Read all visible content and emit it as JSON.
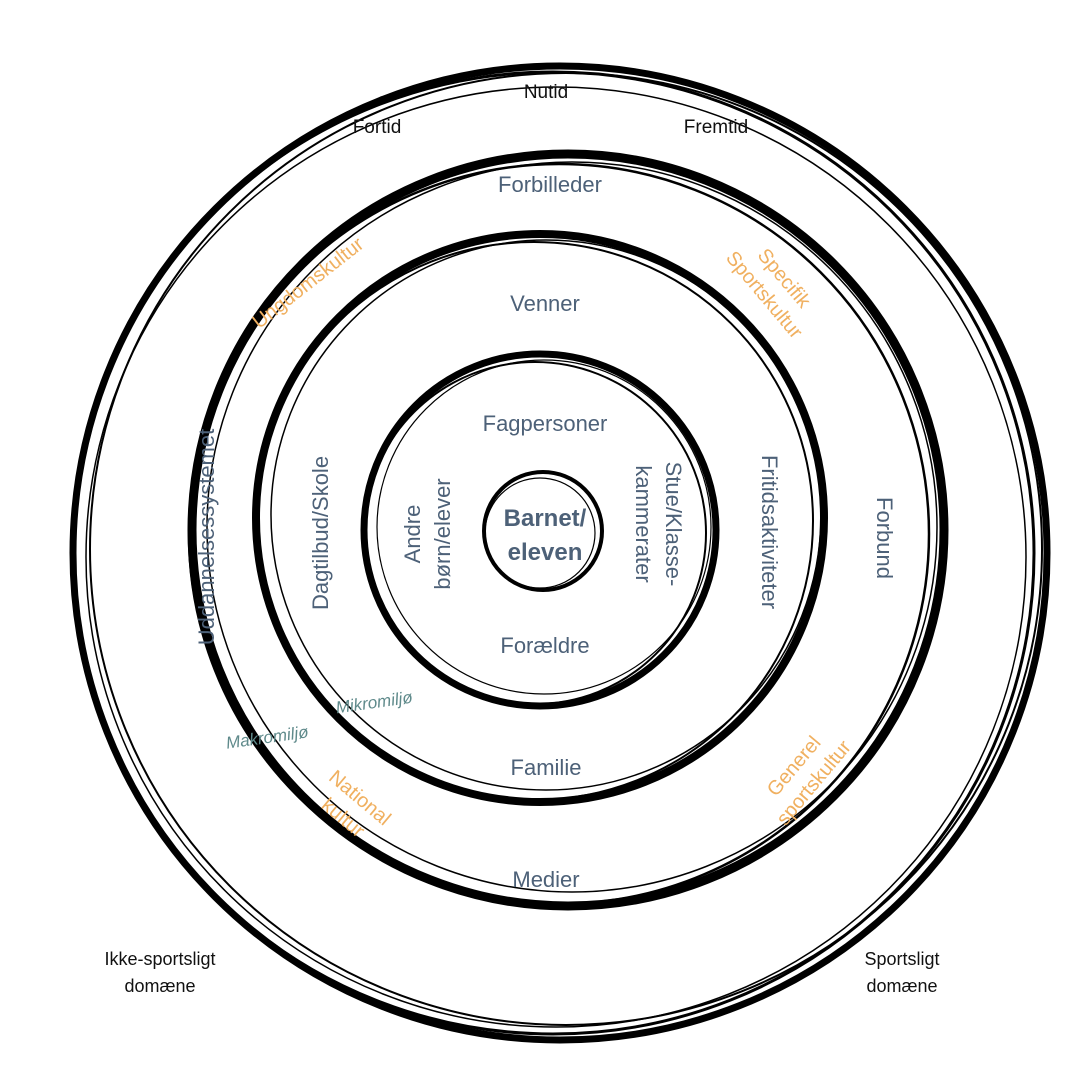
{
  "colors": {
    "ring": "#000000",
    "label": "#4d6178",
    "culture": "#f0b060",
    "environment": "#5f8a8b",
    "center": "#4d6178",
    "plain": "#111111"
  },
  "time": {
    "past": "Fortid",
    "present": "Nutid",
    "future": "Fremtid"
  },
  "center": {
    "line1": "Barnet/",
    "line2": "eleven"
  },
  "inner_ring": {
    "top": "Fagpersoner",
    "bottom": "Forældre",
    "left_line1": "Andre",
    "left_line2": "børn/elever",
    "right_line1": "Stue/Klasse-",
    "right_line2": "kammerater"
  },
  "middle_ring": {
    "top": "Venner",
    "bottom": "Familie",
    "left": "Dagtilbud/Skole",
    "right": "Fritidsaktiviteter"
  },
  "outer_ring": {
    "top": "Forbilleder",
    "bottom": "Medier",
    "left": "Uddannelsessystemet",
    "right": "Forbund"
  },
  "culture": {
    "youth": "Ungdomskultur",
    "specific_line1": "Specifik",
    "specific_line2": "Sportskultur",
    "national_line1": "National",
    "national_line2": "kultur",
    "general_line1": "Generel",
    "general_line2": "sportskultur"
  },
  "environment": {
    "micro": "Mikromiljø",
    "macro": "Makromiljø"
  },
  "domains": {
    "non_sport_line1": "Ikke-sportsligt",
    "non_sport_line2": "domæne",
    "sport_line1": "Sportsligt",
    "sport_line2": "domæne"
  }
}
